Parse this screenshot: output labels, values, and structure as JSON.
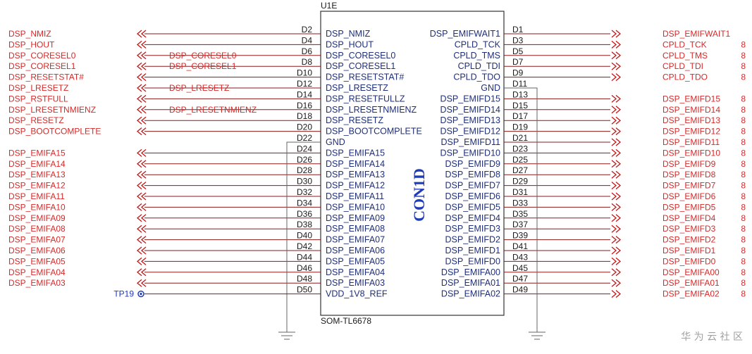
{
  "component": {
    "ref": "U1E",
    "part": "SOM-TL6678",
    "body_label": "CON1D",
    "accent_color": "#1f3bb5",
    "net_color": "#d42a2a"
  },
  "left_pins": [
    {
      "pin": "D2",
      "name": "DSP_NMIZ",
      "net": "DSP_NMIZ",
      "bus": ""
    },
    {
      "pin": "D4",
      "name": "DSP_HOUT",
      "net": "DSP_HOUT",
      "bus": ""
    },
    {
      "pin": "D6",
      "name": "DSP_CORESEL0",
      "net": "DSP_CORESEL0",
      "bus": "DSP_CORESEL0"
    },
    {
      "pin": "D8",
      "name": "DSP_CORESEL1",
      "net": "DSP_CORESEL1",
      "bus": "DSP_CORESEL1"
    },
    {
      "pin": "D10",
      "name": "DSP_RESETSTAT#",
      "net": "DSP_RESETSTAT#",
      "bus": ""
    },
    {
      "pin": "D12",
      "name": "DSP_LRESETZ",
      "net": "DSP_LRESETZ",
      "bus": "DSP_LRESETZ"
    },
    {
      "pin": "D14",
      "name": "DSP_RESETFULLZ",
      "net": "DSP_RSTFULL",
      "bus": ""
    },
    {
      "pin": "D16",
      "name": "DSP_LRESETNMIENZ",
      "net": "DSP_LRESETNMIENZ",
      "bus": "DSP_LRESETNMIENZ"
    },
    {
      "pin": "D18",
      "name": "DSP_RESETZ",
      "net": "DSP_RESETZ",
      "bus": ""
    },
    {
      "pin": "D20",
      "name": "DSP_BOOTCOMPLETE",
      "net": "DSP_BOOTCOMPLETE",
      "bus": ""
    },
    {
      "pin": "D22",
      "name": "GND",
      "net": "",
      "bus": ""
    },
    {
      "pin": "D24",
      "name": "DSP_EMIFA15",
      "net": "DSP_EMIFA15",
      "bus": ""
    },
    {
      "pin": "D26",
      "name": "DSP_EMIFA14",
      "net": "DSP_EMIFA14",
      "bus": ""
    },
    {
      "pin": "D28",
      "name": "DSP_EMIFA13",
      "net": "DSP_EMIFA13",
      "bus": ""
    },
    {
      "pin": "D30",
      "name": "DSP_EMIFA12",
      "net": "DSP_EMIFA12",
      "bus": ""
    },
    {
      "pin": "D32",
      "name": "DSP_EMIFA11",
      "net": "DSP_EMIFA11",
      "bus": ""
    },
    {
      "pin": "D34",
      "name": "DSP_EMIFA10",
      "net": "DSP_EMIFA10",
      "bus": ""
    },
    {
      "pin": "D36",
      "name": "DSP_EMIFA09",
      "net": "DSP_EMIFA09",
      "bus": ""
    },
    {
      "pin": "D38",
      "name": "DSP_EMIFA08",
      "net": "DSP_EMIFA08",
      "bus": ""
    },
    {
      "pin": "D40",
      "name": "DSP_EMIFA07",
      "net": "DSP_EMIFA07",
      "bus": ""
    },
    {
      "pin": "D42",
      "name": "DSP_EMIFA06",
      "net": "DSP_EMIFA06",
      "bus": ""
    },
    {
      "pin": "D44",
      "name": "DSP_EMIFA05",
      "net": "DSP_EMIFA05",
      "bus": ""
    },
    {
      "pin": "D46",
      "name": "DSP_EMIFA04",
      "net": "DSP_EMIFA04",
      "bus": ""
    },
    {
      "pin": "D48",
      "name": "DSP_EMIFA03",
      "net": "DSP_EMIFA03",
      "bus": ""
    },
    {
      "pin": "D50",
      "name": "VDD_1V8_REF",
      "net": "",
      "bus": ""
    }
  ],
  "right_pins": [
    {
      "pin": "D1",
      "name": "DSP_EMIFWAIT1",
      "net": "DSP_EMIFWAIT1",
      "suffix": ""
    },
    {
      "pin": "D3",
      "name": "CPLD_TCK",
      "net": "CPLD_TCK",
      "suffix": "8"
    },
    {
      "pin": "D5",
      "name": "CPLD_TMS",
      "net": "CPLD_TMS",
      "suffix": "8"
    },
    {
      "pin": "D7",
      "name": "CPLD_TDI",
      "net": "CPLD_TDI",
      "suffix": "8"
    },
    {
      "pin": "D9",
      "name": "CPLD_TDO",
      "net": "CPLD_TDO",
      "suffix": "8"
    },
    {
      "pin": "D11",
      "name": "GND",
      "net": "",
      "suffix": ""
    },
    {
      "pin": "D13",
      "name": "DSP_EMIFD15",
      "net": "DSP_EMIFD15",
      "suffix": "8"
    },
    {
      "pin": "D15",
      "name": "DSP_EMIFD14",
      "net": "DSP_EMIFD14",
      "suffix": "8"
    },
    {
      "pin": "D17",
      "name": "DSP_EMIFD13",
      "net": "DSP_EMIFD13",
      "suffix": "8"
    },
    {
      "pin": "D19",
      "name": "DSP_EMIFD12",
      "net": "DSP_EMIFD12",
      "suffix": "8"
    },
    {
      "pin": "D21",
      "name": "DSP_EMIFD11",
      "net": "DSP_EMIFD11",
      "suffix": "8"
    },
    {
      "pin": "D23",
      "name": "DSP_EMIFD10",
      "net": "DSP_EMIFD10",
      "suffix": "8"
    },
    {
      "pin": "D25",
      "name": "DSP_EMIFD9",
      "net": "DSP_EMIFD9",
      "suffix": "8"
    },
    {
      "pin": "D27",
      "name": "DSP_EMIFD8",
      "net": "DSP_EMIFD8",
      "suffix": "8"
    },
    {
      "pin": "D29",
      "name": "DSP_EMIFD7",
      "net": "DSP_EMIFD7",
      "suffix": "8"
    },
    {
      "pin": "D31",
      "name": "DSP_EMIFD6",
      "net": "DSP_EMIFD6",
      "suffix": "8"
    },
    {
      "pin": "D33",
      "name": "DSP_EMIFD5",
      "net": "DSP_EMIFD5",
      "suffix": "8"
    },
    {
      "pin": "D35",
      "name": "DSP_EMIFD4",
      "net": "DSP_EMIFD4",
      "suffix": "8"
    },
    {
      "pin": "D37",
      "name": "DSP_EMIFD3",
      "net": "DSP_EMIFD3",
      "suffix": "8"
    },
    {
      "pin": "D39",
      "name": "DSP_EMIFD2",
      "net": "DSP_EMIFD2",
      "suffix": "8"
    },
    {
      "pin": "D41",
      "name": "DSP_EMIFD1",
      "net": "DSP_EMIFD1",
      "suffix": "8"
    },
    {
      "pin": "D43",
      "name": "DSP_EMIFD0",
      "net": "DSP_EMIFD0",
      "suffix": "8"
    },
    {
      "pin": "D45",
      "name": "DSP_EMIFA00",
      "net": "DSP_EMIFA00",
      "suffix": "8"
    },
    {
      "pin": "D47",
      "name": "DSP_EMIFA01",
      "net": "DSP_EMIFA01",
      "suffix": "8"
    },
    {
      "pin": "D49",
      "name": "DSP_EMIFA02",
      "net": "DSP_EMIFA02",
      "suffix": "8"
    }
  ],
  "testpoint": {
    "label": "TP19"
  },
  "watermark": "华 为 云 社 区"
}
